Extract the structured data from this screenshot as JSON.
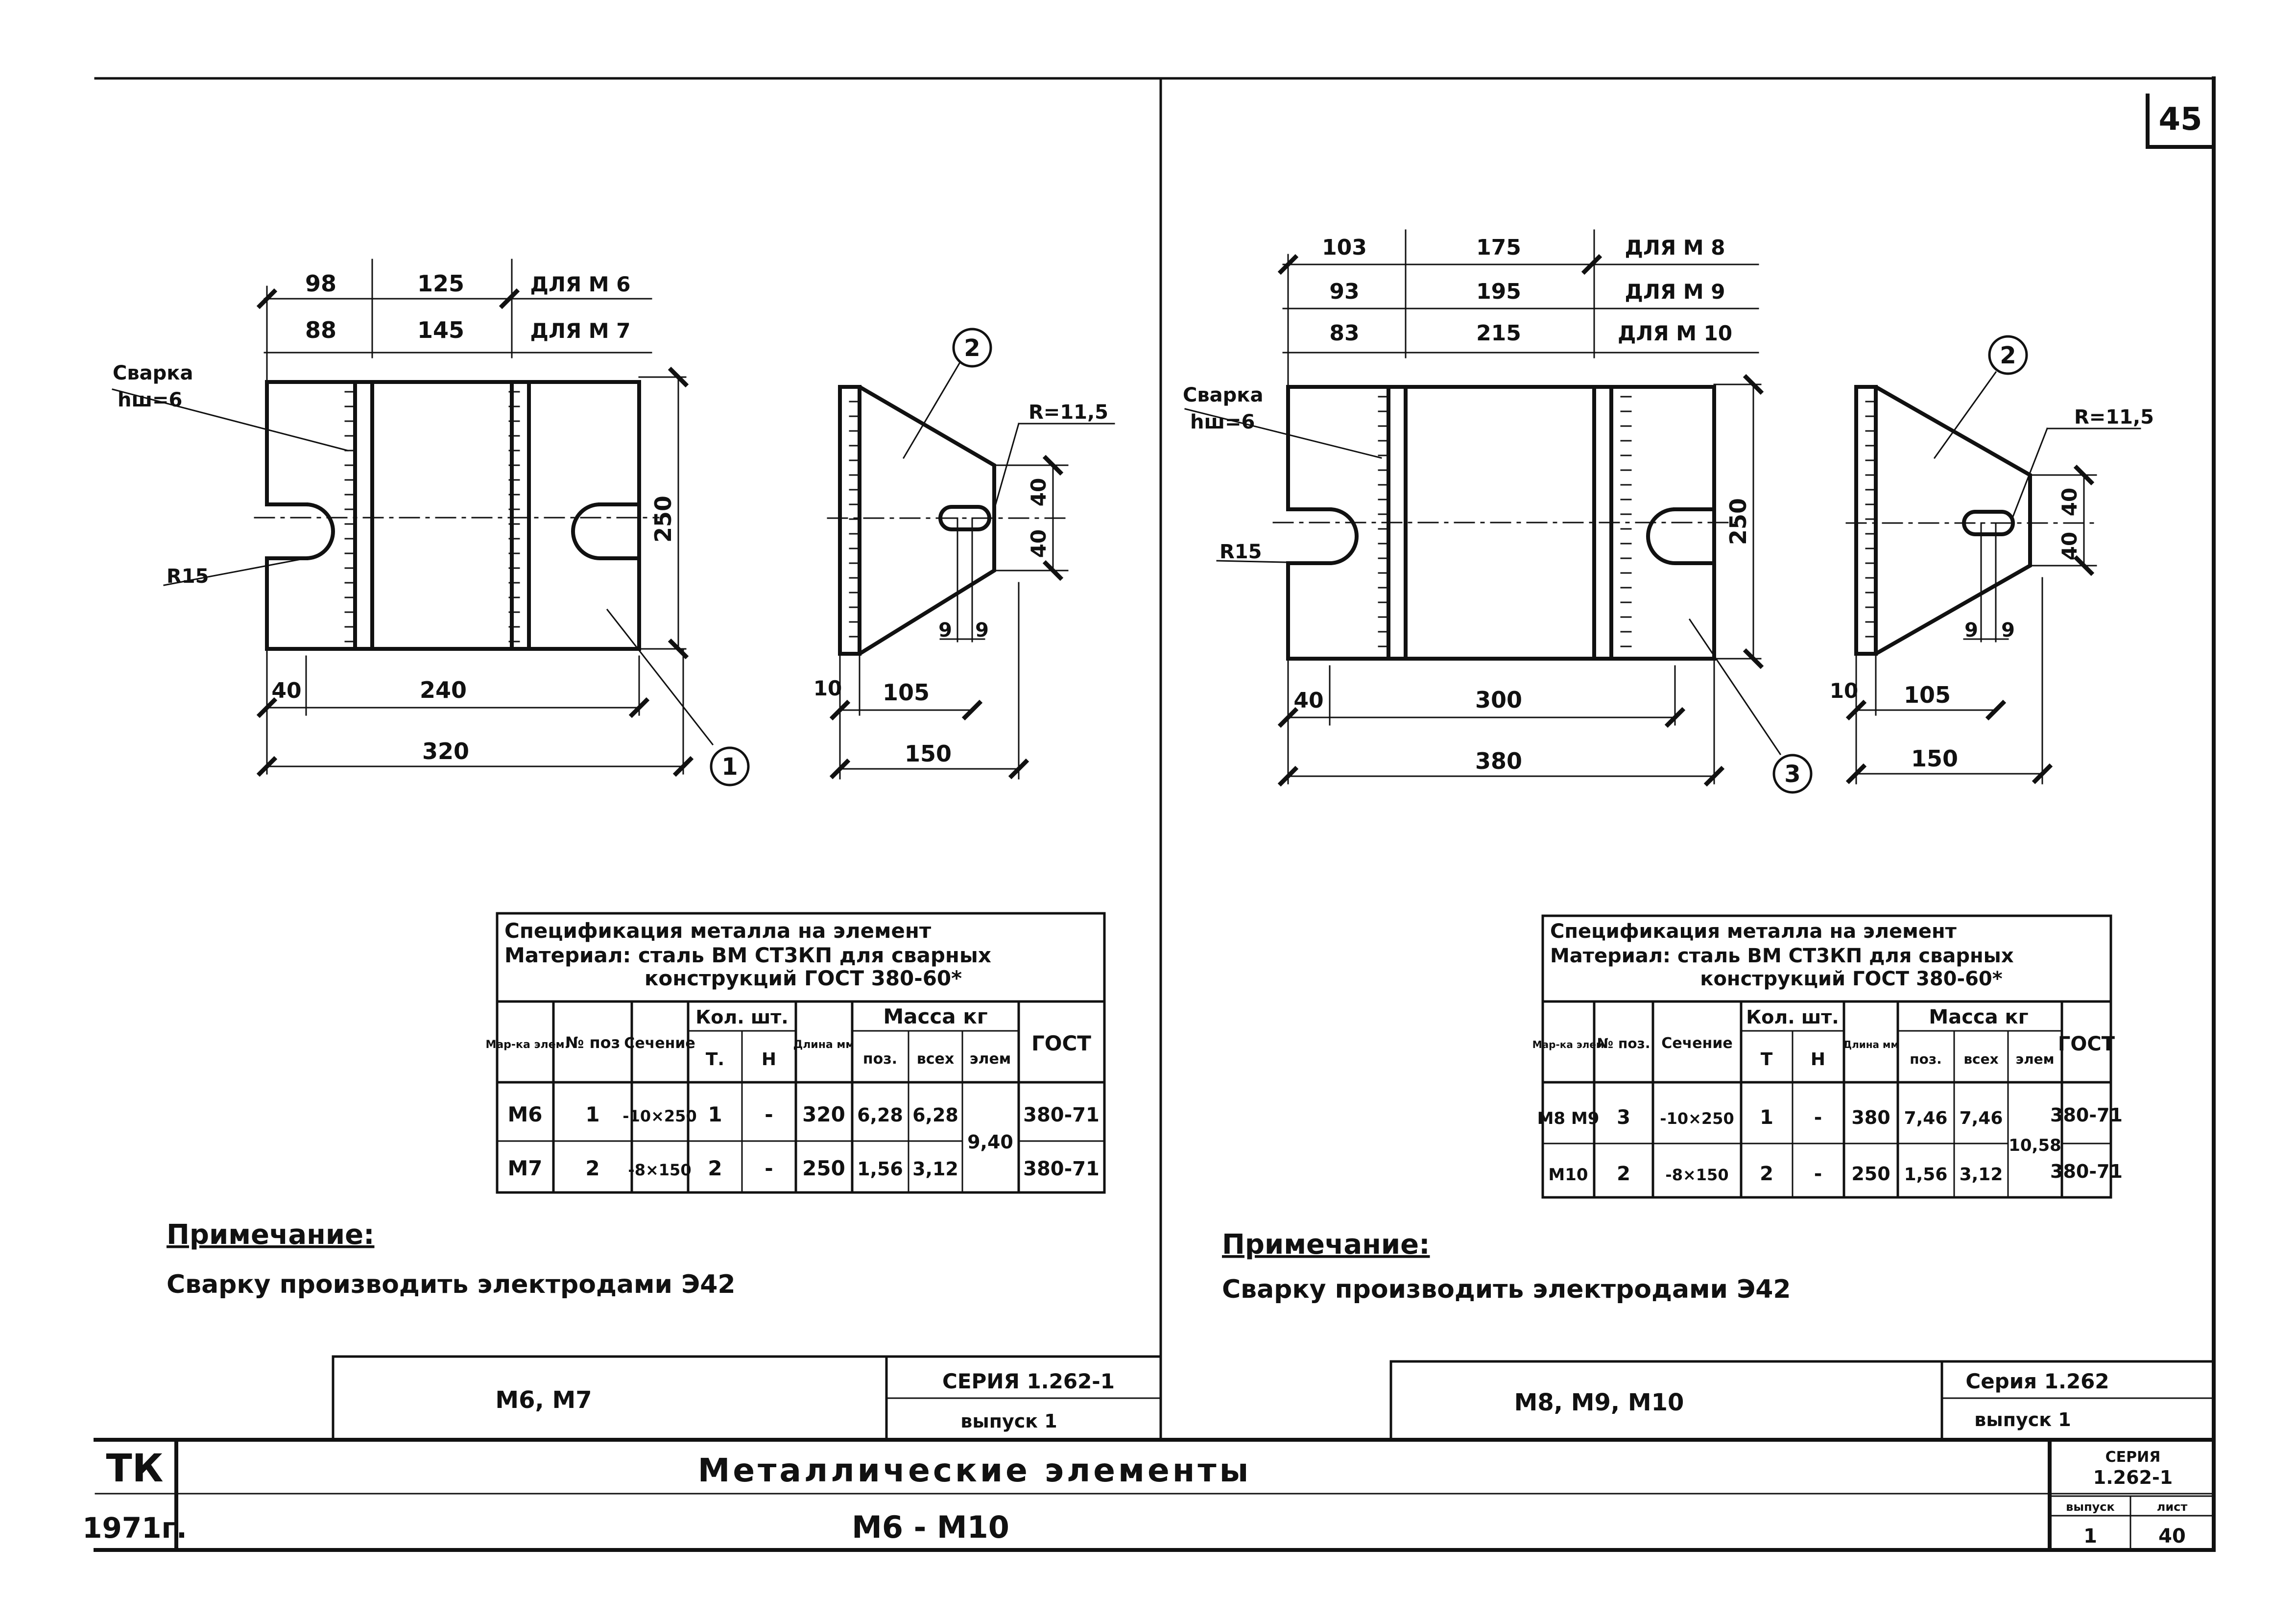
{
  "page_number": "45",
  "left": {
    "dims_top": [
      {
        "a": "98",
        "b": "125",
        "label": "ДЛЯ М 6"
      },
      {
        "a": "88",
        "b": "145",
        "label": "ДЛЯ М 7"
      }
    ],
    "weld_label_1": "Сварка",
    "weld_label_2": "hш=6",
    "radius_label": "R15",
    "height": "250",
    "bottom_dim_a": "40",
    "bottom_dim_b": "240",
    "overall_width": "320",
    "callout_plate": "1",
    "callout_gusset": "2",
    "gusset_radius": "R=11,5",
    "gusset_h1": "40",
    "gusset_h2": "40",
    "gusset_s1": "9",
    "gusset_s2": "9",
    "gusset_left": "10",
    "gusset_mid": "105",
    "gusset_width": "150",
    "spec": {
      "title_1": "Спецификация   металла на элемент",
      "title_2": "Материал: сталь ВМ СТ3КП  для сварных",
      "title_3": "конструкций  ГОСТ 380-60*",
      "h_mark": "Мар-ка элем",
      "h_pos": "№ поз",
      "h_section": "Сечение",
      "h_qty": "Кол. шт.",
      "h_t": "Т.",
      "h_n": "Н",
      "h_len": "Длина мм",
      "h_mass": "Масса кг",
      "h_pos_mass": "поз.",
      "h_all": "всех",
      "h_elem": "элем",
      "h_gost": "ГОСТ",
      "rows": [
        {
          "mark": "М6",
          "pos": "1",
          "section": "-10×250",
          "t": "1",
          "n": "-",
          "len": "320",
          "m_pos": "6,28",
          "m_all": "6,28",
          "gost": "380-71"
        },
        {
          "mark": "М7",
          "pos": "2",
          "section": "-8×150",
          "t": "2",
          "n": "-",
          "len": "250",
          "m_pos": "1,56",
          "m_all": "3,12",
          "gost": "380-71"
        }
      ],
      "elem_mass": "9,40"
    },
    "note_title": "Примечание:",
    "note_text": "Сварку производить   электродами Э42",
    "stamp_name": "М6, М7",
    "stamp_series": "СЕРИЯ 1.262-1",
    "stamp_issue": "выпуск 1"
  },
  "right": {
    "dims_top": [
      {
        "a": "103",
        "b": "175",
        "label": "ДЛЯ М 8"
      },
      {
        "a": "93",
        "b": "195",
        "label": "ДЛЯ М 9"
      },
      {
        "a": "83",
        "b": "215",
        "label": "ДЛЯ М 10"
      }
    ],
    "weld_label_1": "Сварка",
    "weld_label_2": "hш=6",
    "radius_label": "R15",
    "height": "250",
    "bottom_dim_a": "40",
    "bottom_dim_b": "300",
    "overall_width": "380",
    "callout_plate": "3",
    "callout_gusset": "2",
    "gusset_radius": "R=11,5",
    "gusset_h1": "40",
    "gusset_h2": "40",
    "gusset_s1": "9",
    "gusset_s2": "9",
    "gusset_left": "10",
    "gusset_mid": "105",
    "gusset_width": "150",
    "spec": {
      "title_1": "Спецификация  металла  на элемент",
      "title_2": "Материал: сталь ВМ СТ3КП  для сварных",
      "title_3": "конструкций  ГОСТ 380-60*",
      "h_mark": "Мар-ка элем",
      "h_pos": "№ поз.",
      "h_section": "Сечение",
      "h_qty": "Кол. шт.",
      "h_t": "Т",
      "h_n": "Н",
      "h_len": "Длина мм",
      "h_mass": "Масса кг",
      "h_pos_mass": "поз.",
      "h_all": "всех",
      "h_elem": "элем",
      "h_gost": "ГОСТ",
      "rows": [
        {
          "mark": "М8 М9",
          "pos": "3",
          "section": "-10×250",
          "t": "1",
          "n": "-",
          "len": "380",
          "m_pos": "7,46",
          "m_all": "7,46",
          "gost": "380-71"
        },
        {
          "mark": "М10",
          "pos": "2",
          "section": "-8×150",
          "t": "2",
          "n": "-",
          "len": "250",
          "m_pos": "1,56",
          "m_all": "3,12",
          "gost": "380-71"
        }
      ],
      "elem_mass": "10,58"
    },
    "note_title": "Примечание:",
    "note_text": "Сварку  производить    электродами Э42",
    "stamp_name": "М8, М9, М10",
    "stamp_series": "Серия  1.262",
    "stamp_issue": "выпуск  1"
  },
  "title_block": {
    "org": "ТК",
    "year": "1971г.",
    "title": "Металлические  элементы",
    "subtitle": "М6 - М10",
    "series_label": "СЕРИЯ",
    "series": "1.262-1",
    "issue_label": "выпуск",
    "issue": "1",
    "sheet_label": "лист",
    "sheet": "40"
  }
}
